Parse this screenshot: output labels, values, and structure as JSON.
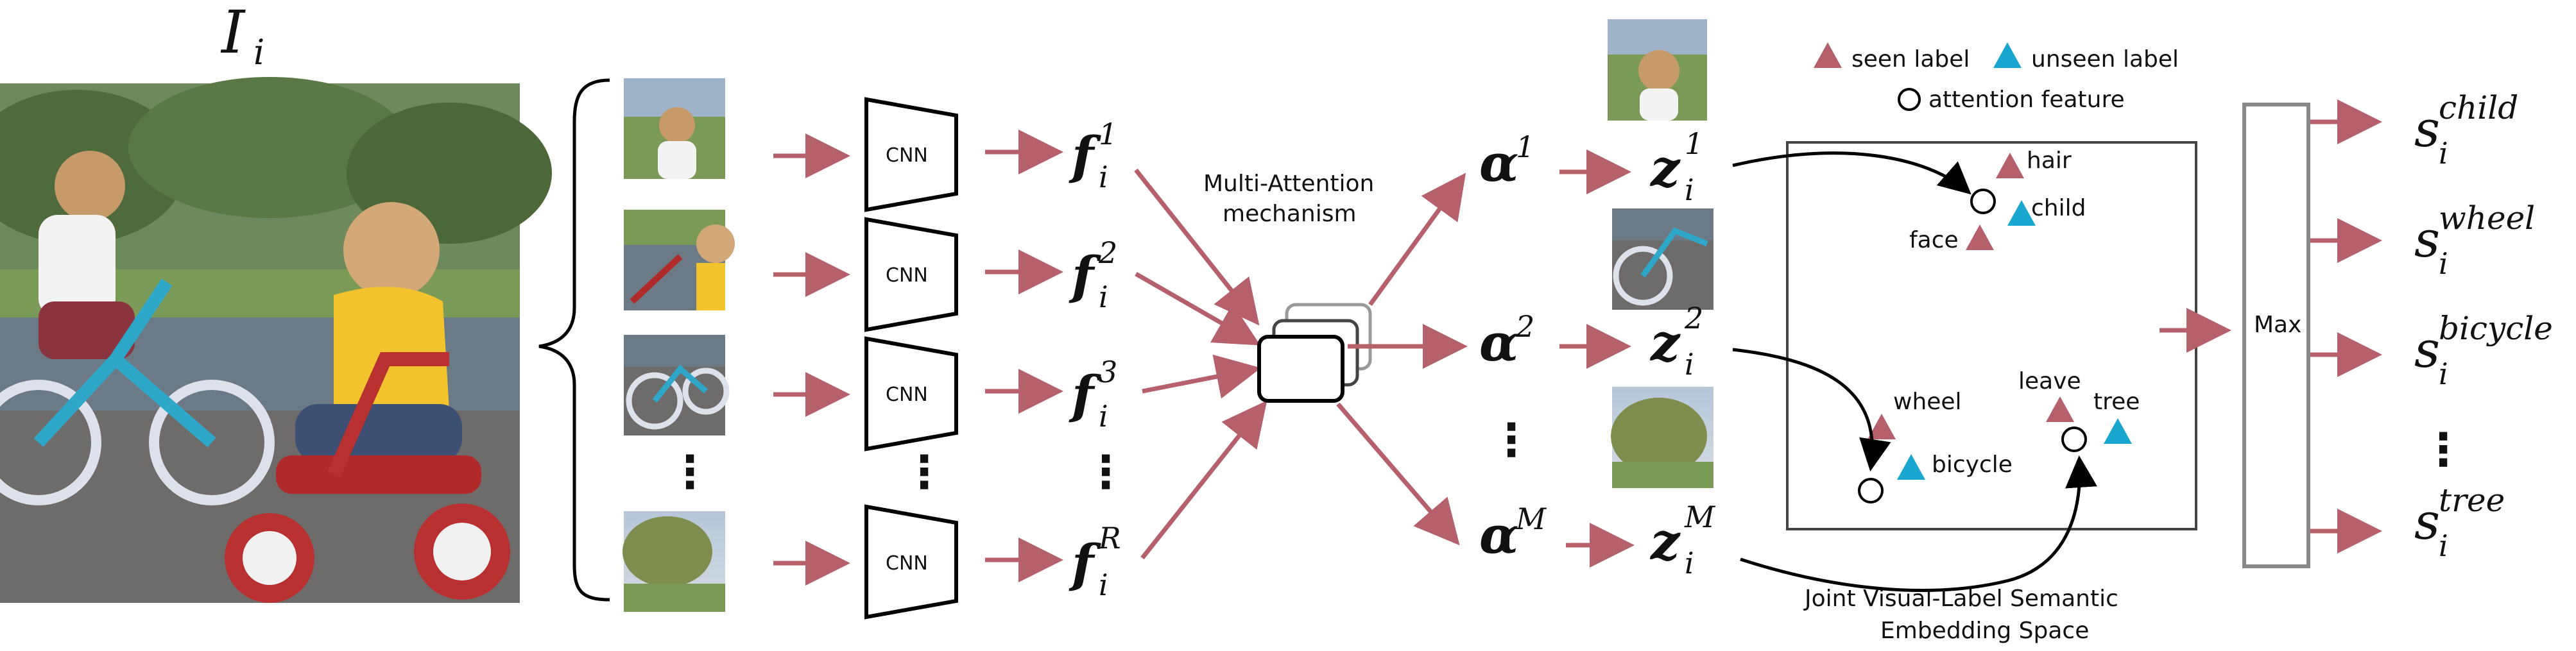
{
  "image_label": "I",
  "image_label_sub": "i",
  "cnn_label": "CNN",
  "features": [
    {
      "base": "f",
      "sub": "i",
      "sup": "1"
    },
    {
      "base": "f",
      "sub": "i",
      "sup": "2"
    },
    {
      "base": "f",
      "sub": "i",
      "sup": "3"
    },
    {
      "base": "f",
      "sub": "i",
      "sup": "R"
    }
  ],
  "attention_title_line1": "Multi-Attention",
  "attention_title_line2": "mechanism",
  "alphas": [
    {
      "base": "α",
      "sup": "1"
    },
    {
      "base": "α",
      "sup": "2"
    },
    {
      "base": "α",
      "sup": "M"
    }
  ],
  "zs": [
    {
      "base": "z",
      "sub": "i",
      "sup": "1"
    },
    {
      "base": "z",
      "sub": "i",
      "sup": "2"
    },
    {
      "base": "z",
      "sub": "i",
      "sup": "M"
    }
  ],
  "legend": {
    "seen": "seen label",
    "unseen": "unseen label",
    "attention": "attention feature",
    "seen_color": "#b5606a",
    "unseen_color": "#1aa7cf"
  },
  "embedding_points": {
    "hair": "hair",
    "child": "child",
    "face": "face",
    "wheel": "wheel",
    "bicycle": "bicycle",
    "leave": "leave",
    "tree": "tree"
  },
  "embedding_caption_line1": "Joint Visual-Label Semantic",
  "embedding_caption_line2": "Embedding Space",
  "max_label": "Max",
  "scores": [
    {
      "base": "s",
      "sub": "i",
      "sup": "child"
    },
    {
      "base": "s",
      "sub": "i",
      "sup": "wheel"
    },
    {
      "base": "s",
      "sub": "i",
      "sup": "bicycle"
    },
    {
      "base": "s",
      "sub": "i",
      "sup": "tree"
    }
  ],
  "dots": "⋮",
  "arrow_color": "#b5606a"
}
